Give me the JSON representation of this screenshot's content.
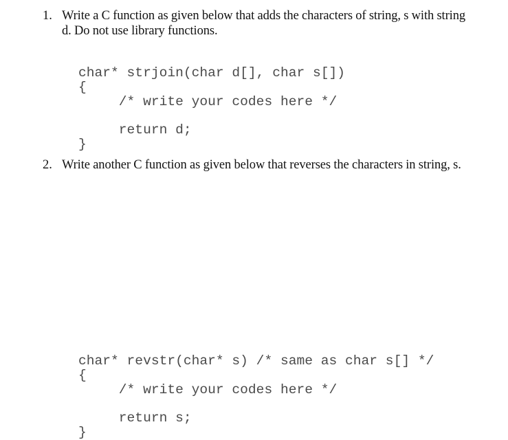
{
  "document": {
    "background_color": "#ffffff",
    "body_text_color": "#111111",
    "code_text_color": "#4a4a4a",
    "questions": [
      {
        "number": "1.",
        "text": "Write a C function as given below that adds the characters of string, s with string d. Do not use library functions.",
        "code": "char* strjoin(char d[], char s[])\n{\n     /* write your codes here */\n\n     return d;\n}"
      },
      {
        "number": "2.",
        "text": "Write another C function as given below that reverses the characters in string, s.",
        "code": "char* revstr(char* s) /* same as char s[] */\n{\n     /* write your codes here */\n\n     return s;\n}"
      }
    ]
  }
}
